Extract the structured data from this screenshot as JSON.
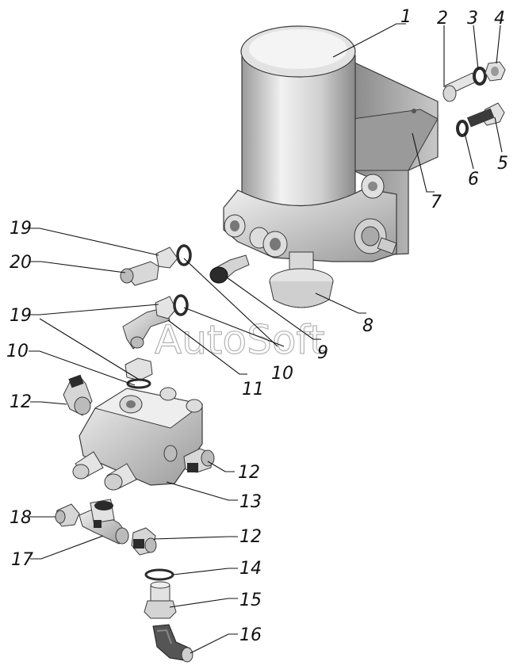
{
  "watermark": "AutoSoft",
  "callouts": [
    "1",
    "2",
    "3",
    "4",
    "5",
    "6",
    "7",
    "8",
    "9",
    "10",
    "10",
    "11",
    "12",
    "12",
    "12",
    "13",
    "14",
    "15",
    "16",
    "17",
    "18",
    "19",
    "19",
    "20"
  ],
  "colors": {
    "metal_light": "#e6e6e6",
    "metal_mid": "#c4c4c4",
    "metal_dark": "#8c8c8c",
    "outline": "#3a3a3a",
    "rubber": "#2b2b2b",
    "bracket": "#a9a9a9"
  }
}
